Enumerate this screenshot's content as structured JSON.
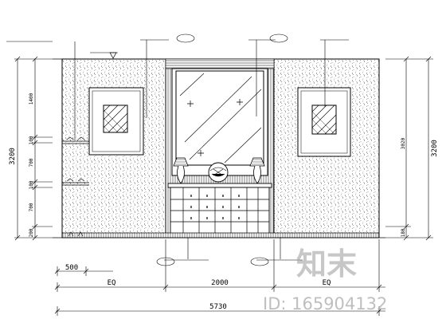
{
  "drawing": {
    "title": "",
    "left_dimensions": [
      "3200",
      "1400",
      "100",
      "700",
      "100",
      "700",
      "200"
    ],
    "right_dimensions": [
      "3200",
      "3020",
      "180"
    ],
    "bottom_dimensions": [
      "500",
      "EQ",
      "2000",
      "EQ",
      "5730"
    ],
    "top_labels": [
      "",
      "",
      "",
      "",
      "",
      ""
    ],
    "bottom_labels": [
      "",
      ""
    ],
    "watermark": {
      "brand": "知末",
      "id_text": "ID: 165904132"
    }
  },
  "colors": {
    "line": "#000000",
    "watermark": "#b5b5b5",
    "background": "#ffffff"
  }
}
